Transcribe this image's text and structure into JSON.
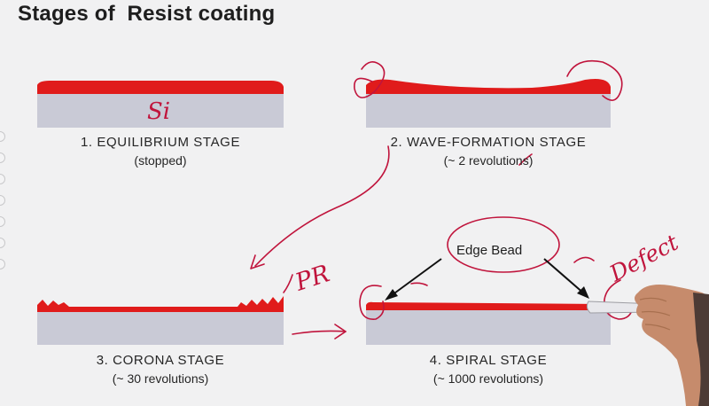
{
  "slide": {
    "title": "Stages of  Resist coating"
  },
  "stages": [
    {
      "name": "1.  EQUILIBRIUM STAGE",
      "detail": "(stopped)"
    },
    {
      "name": "2.  WAVE-FORMATION STAGE",
      "detail": "(~ 2 revolutions)"
    },
    {
      "name": "3.  CORONA STAGE",
      "detail": "(~ 30 revolutions)"
    },
    {
      "name": "4.  SPIRAL STAGE",
      "detail": "(~ 1000 revolutions)"
    }
  ],
  "callout": {
    "edge_bead": "Edge Bead"
  },
  "handwritten": {
    "substrate": "Si",
    "photoresist": "PR",
    "defect": "Defect"
  },
  "colors": {
    "resist": "#e01b1b",
    "substrate": "#c9cad6",
    "annotation_ink": "#c0143c",
    "background": "#f1f1f2"
  }
}
